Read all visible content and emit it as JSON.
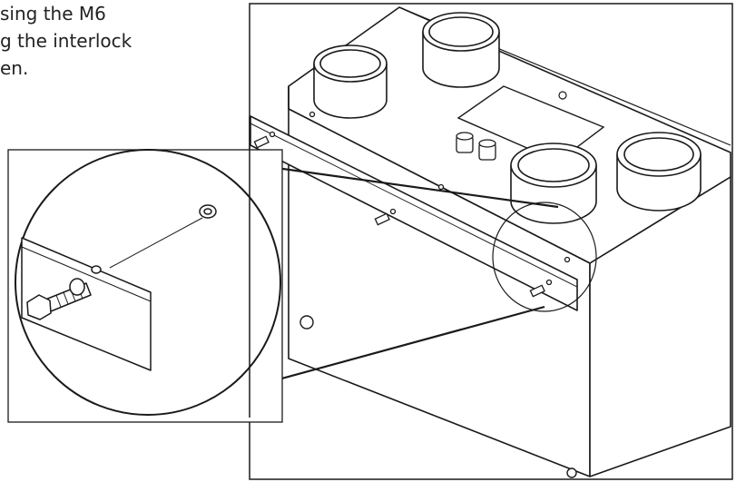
{
  "instruction": {
    "lines": [
      "sing the M6",
      "g the interlock",
      "en."
    ]
  },
  "colors": {
    "ink": "#222222",
    "line": "#1a1a1a",
    "background": "#ffffff"
  },
  "illustration": {
    "subject": "ventilation unit with mounting bracket",
    "detail": "zoomed view of bolt, washer and bracket"
  }
}
